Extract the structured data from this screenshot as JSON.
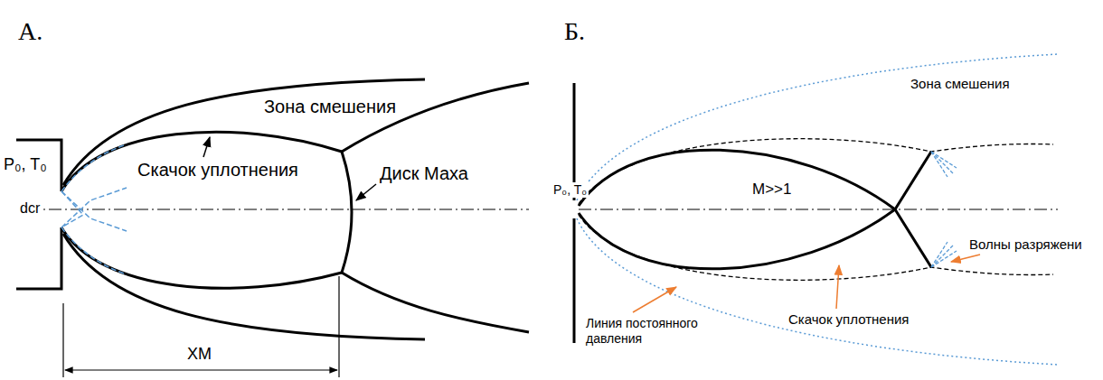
{
  "diagram": {
    "labels": [
      "А.",
      "Б.",
      "P₀, T₀",
      "dcr",
      "Зона смешения",
      "Скачок уплотнения",
      "Диск Маха",
      "XM",
      "Зона смешения",
      "P₀, T₀",
      "M>>1",
      "Волны разряжени",
      "Скачок уплотнения",
      "Линия постоянного давления"
    ]
  }
}
